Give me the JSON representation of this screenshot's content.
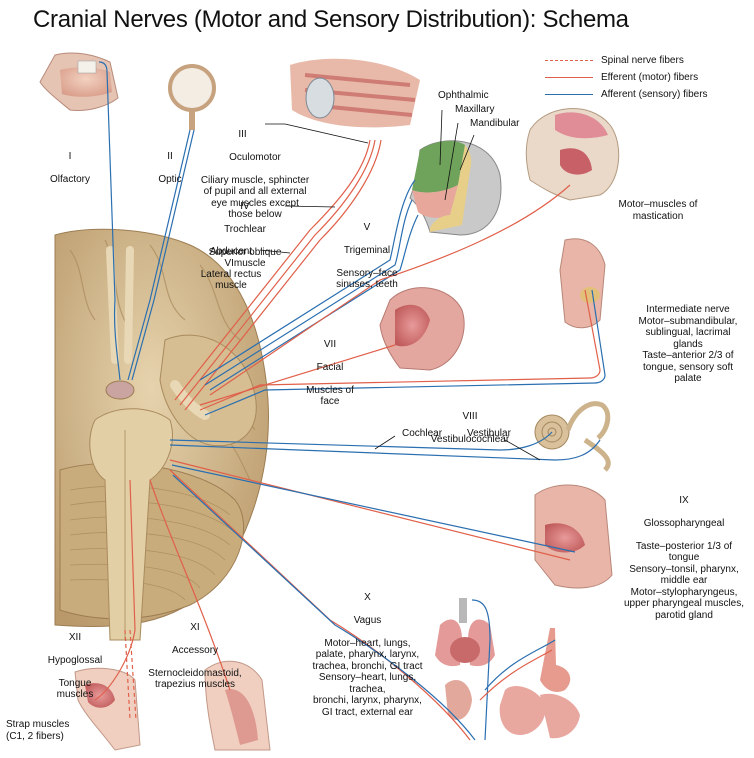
{
  "title": "Cranial Nerves (Motor and Sensory Distribution): Schema",
  "legend": [
    {
      "label": "Spinal nerve fibers",
      "style": "dashed",
      "color": "#e0604a"
    },
    {
      "label": "Efferent (motor) fibers",
      "style": "solid",
      "color": "#e0604a"
    },
    {
      "label": "Afferent (sensory) fibers",
      "style": "solid",
      "color": "#2a6fb0"
    }
  ],
  "colors": {
    "efferent": "#e0604a",
    "afferent": "#2a6fb0",
    "brain": "#d9c29a",
    "brain_dark": "#b89a6c",
    "leader": "#111111"
  },
  "nerves": {
    "olfactory": {
      "numeral": "I",
      "name": "Olfactory"
    },
    "optic": {
      "numeral": "II",
      "name": "Optic"
    },
    "oculomotor": {
      "numeral": "III",
      "name": "Oculomotor",
      "desc": "Ciliary muscle, sphincter\nof pupil and all external\neye muscles  except\nthose below"
    },
    "trochlear": {
      "numeral": "IV",
      "name": "Trochlear",
      "desc": "Superior oblique\nVImuscle"
    },
    "abducent": {
      "name": "Abducent",
      "desc": "Lateral rectus\nmuscle"
    },
    "trigeminal": {
      "numeral": "V",
      "name": "Trigeminal",
      "desc": "Sensory–face\nsinuses, teeth",
      "branches": [
        "Ophthalmic",
        "Maxillary",
        "Mandibular"
      ],
      "motor": "Motor–muscles of\nmastication"
    },
    "facial": {
      "numeral": "VII",
      "name": "Facial",
      "desc": "Muscles of\nface",
      "intermediate": "Intermediate nerve\nMotor–submandibular,\nsublingual, lacrimal\nglands\nTaste–anterior 2/3 of\ntongue, sensory soft\npalate"
    },
    "vestibulocochlear": {
      "numeral": "VIII",
      "name": "Vestibulocochlear",
      "branches": [
        "Cochlear",
        "Vestibular"
      ]
    },
    "glossopharyngeal": {
      "numeral": "IX",
      "name": "Glossopharyngeal",
      "desc": "Taste–posterior 1/3 of\ntongue\nSensory–tonsil, pharynx,\nmiddle ear\nMotor–stylopharyngeus,\nupper pharyngeal muscles,\nparotid gland"
    },
    "vagus": {
      "numeral": "X",
      "name": "Vagus",
      "desc": "Motor–heart, lungs,\npalate, pharynx, larynx,\ntrachea, bronchi, GI tract\nSensory–heart, lungs,\ntrachea,\nbronchi, larynx, pharynx,\nGI tract, external ear"
    },
    "accessory": {
      "numeral": "XI",
      "name": "Accessory",
      "desc": "Sternocleidomastoid,\ntrapezius muscles"
    },
    "hypoglossal": {
      "numeral": "XII",
      "name": "Hypoglossal",
      "desc": "Tongue\nmuscles"
    },
    "strap": {
      "desc": "Strap muscles\n(C1, 2  fibers)"
    }
  }
}
